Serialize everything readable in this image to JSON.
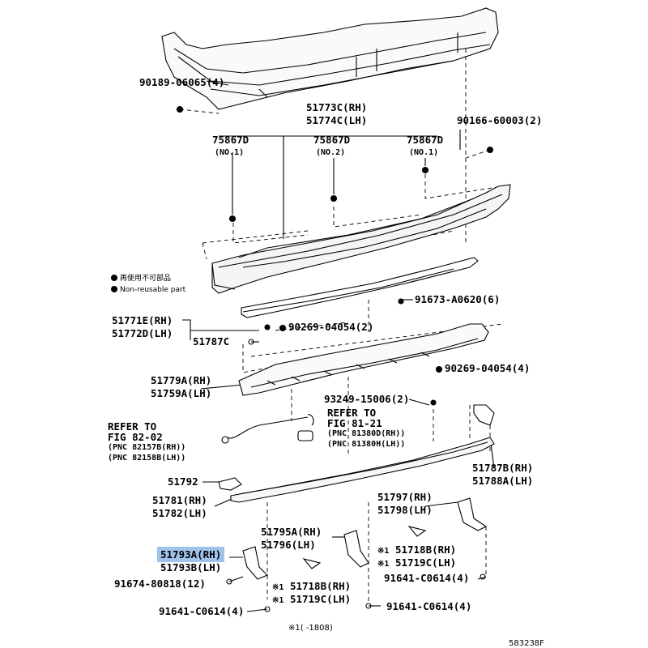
{
  "legend": {
    "item1": "再使用不可部品",
    "item2": "Non-reusable part"
  },
  "parts": {
    "p90189": "90189-06065(4)",
    "p51773c": "51773C(RH)",
    "p51774c": "51774C(LH)",
    "p90166": "90166-60003(2)",
    "p75867a": "75867D",
    "p75867a_sub": "(NO.1)",
    "p75867b": "75867D",
    "p75867b_sub": "(NO.2)",
    "p75867c": "75867D",
    "p75867c_sub": "(NO.1)",
    "p91673": "91673-A0620(6)",
    "p51771e": "51771E(RH)",
    "p51772d": "51772D(LH)",
    "p51787c": "51787C",
    "p90269a": "90269-04054(2)",
    "p51779a": "51779A(RH)",
    "p51759a": "51759A(LH)",
    "p90269b": "90269-04054(4)",
    "p93249": "93249-15006(2)",
    "refer1_a": "REFER TO",
    "refer1_b": "FIG 82-02",
    "refer1_c": "(PNC 82157B(RH))",
    "refer1_d": "(PNC 82158B(LH))",
    "refer2_a": "REFER TO",
    "refer2_b": "FIG 81-21",
    "refer2_c": "(PNC 81380D(RH))",
    "refer2_d": "(PNC 81380H(LH))",
    "p51792": "51792",
    "p51787b": "51787B(RH)",
    "p51788a": "51788A(LH)",
    "p51781": "51781(RH)",
    "p51782": "51782(LH)",
    "p51797": "51797(RH)",
    "p51798": "51798(LH)",
    "p51795a": "51795A(RH)",
    "p51796": "51796(LH)",
    "p51793a": "51793A(RH)",
    "p51793b": "51793B(LH)",
    "p51718b_r": "51718B(RH)",
    "p51719c_r": "51719C(LH)",
    "p91674": "91674-80818(12)",
    "p51718b_l": "51718B(RH)",
    "p51719c_l": "51719C(LH)",
    "p91641a": "91641-C0614(4)",
    "p91641b": "91641-C0614(4)",
    "p91641c": "91641-C0614(4)",
    "mark": "※1",
    "footnote": "※1(     -1808)",
    "figure_id": "583238F"
  },
  "highlight_color": "#9ec2ea"
}
